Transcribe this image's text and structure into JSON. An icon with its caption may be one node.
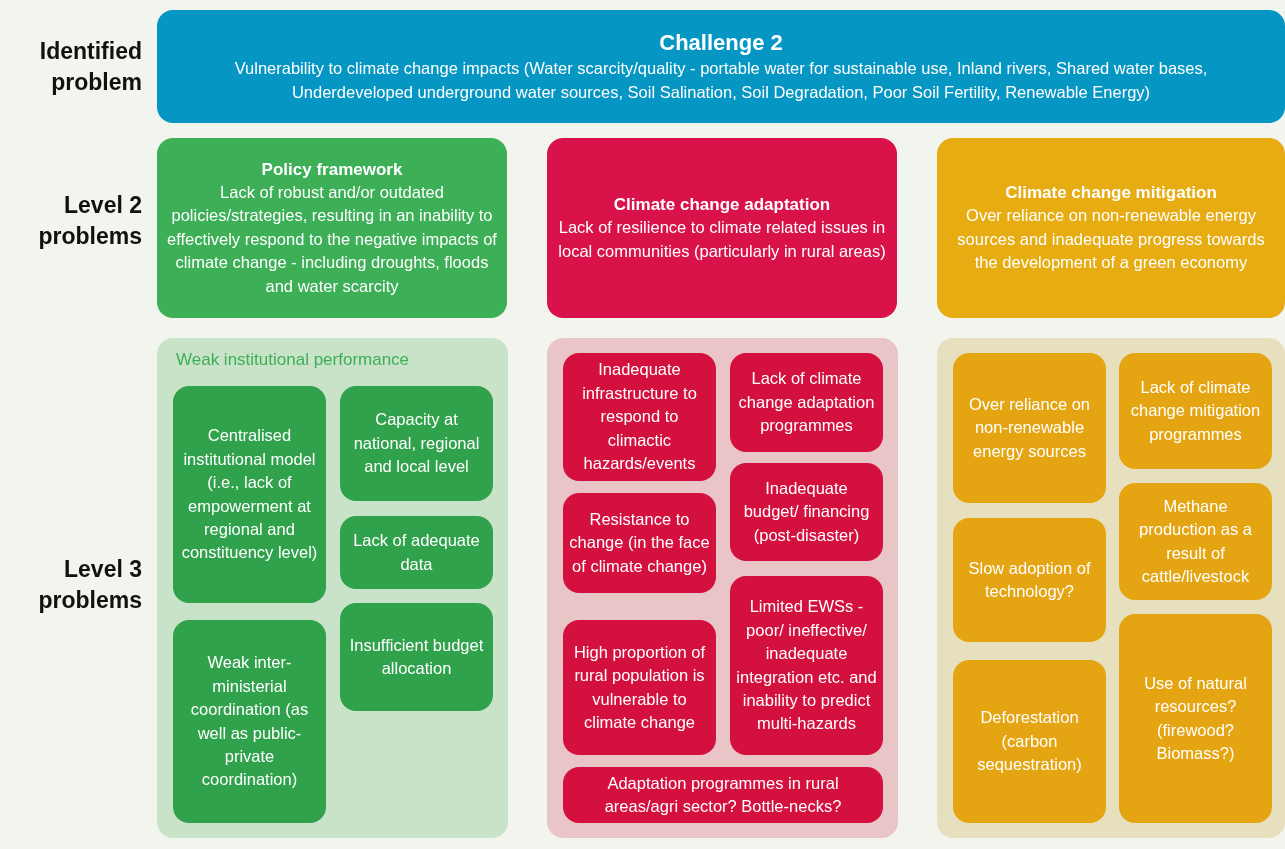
{
  "diagram": {
    "nodes": [
      {
        "text": [
          "Challenge 2",
          "Vulnerability to climate change impacts (Water scarcity/quality - portable water for sustainable use, Inland rivers, Shared water bases, Underdeveloped underground water sources, Soil Salination, Soil Degradation, Poor Soil Fertility, Renewable Energy)"
        ]
      },
      {
        "text": [
          "Policy framework",
          "Lack of robust and/or outdated policies/strategies, resulting in an inability to effectively respond to the negative impacts of climate change - including droughts, floods and water scarcity"
        ]
      },
      {
        "text": [
          "Climate change adaptation",
          "Lack of resilience to climate related issues in local communities (particularly in rural areas)"
        ]
      },
      {
        "text": [
          "Climate change mitigation",
          "Over reliance on non-renewable energy sources and inadequate progress towards the development of a green economy"
        ]
      },
      {
        "text": [
          "Weak institutional performance"
        ]
      },
      {
        "text": [
          "Centralised institutional model (i.e., lack of empowerment at regional and constituency level)"
        ],
        "in": 4
      },
      {
        "text": [
          "Capacity at national, regional and local level"
        ],
        "in": 4
      },
      {
        "text": [
          "Lack of adequate data"
        ],
        "in": 4
      },
      {
        "text": [
          "Weak inter-ministerial coordination (as well as public-private coordination)"
        ],
        "in": 4
      },
      {
        "text": [
          "Insufficient budget allocation"
        ],
        "in": 4
      },
      {
        "text": [],
        "shape": "box"
      },
      {
        "text": [
          "Inadequate infrastructure to respond to climactic hazards/events"
        ],
        "in": 10
      },
      {
        "text": [
          "Lack of climate change adaptation programmes"
        ],
        "in": 10
      },
      {
        "text": [
          "Resistance to change (in the face of climate change)"
        ],
        "in": 10
      },
      {
        "text": [
          "Inadequate budget/ financing (post-disaster)"
        ],
        "in": 10
      },
      {
        "text": [
          "High proportion of rural population is vulnerable to climate change"
        ],
        "in": 10
      },
      {
        "text": [
          "Limited EWSs - poor/ ineffective/ inadequate integration etc. and inability to predict multi-hazards"
        ],
        "in": 10
      },
      {
        "text": [
          "Adaptation programmes in rural areas/agri sector? Bottle-necks?"
        ],
        "in": 10
      },
      {
        "text": [],
        "shape": "box"
      },
      {
        "text": [
          "Over reliance on non-renewable energy sources"
        ],
        "in": 18
      },
      {
        "text": [
          "Lack of climate change mitigation programmes"
        ],
        "in": 18
      },
      {
        "text": [
          "Slow adoption of technology?"
        ],
        "in": 18
      },
      {
        "text": [
          "Methane production as a result of cattle/livestock"
        ],
        "in": 18
      },
      {
        "text": [
          "Deforestation (carbon sequestration)"
        ],
        "in": 18
      },
      {
        "text": [
          "Use of natural resources? (firewood? Biomass?)"
        ],
        "in": 18
      }
    ],
    "labels": [
      "Identified problem",
      "Level 2 problems",
      "Level 3 problems"
    ]
  }
}
